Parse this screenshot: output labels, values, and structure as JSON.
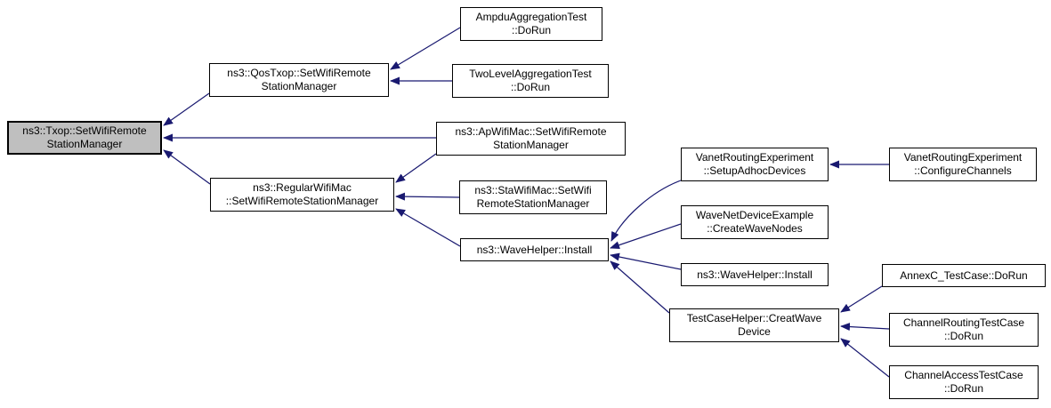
{
  "diagram": {
    "type": "call-graph",
    "highlight_node": "ns3::Txop::SetWifiRemoteStationManager",
    "colors": {
      "edge": "#191970",
      "node_border": "#000000",
      "node_fill": "#ffffff",
      "highlight_fill": "#bfbfbf",
      "background": "#ffffff"
    },
    "nodes": [
      {
        "id": "txop",
        "label": "ns3::Txop::SetWifiRemote\nStationManager",
        "highlighted": true
      },
      {
        "id": "qostxop",
        "label": "ns3::QosTxop::SetWifiRemote\nStationManager"
      },
      {
        "id": "ampdu",
        "label": "AmpduAggregationTest\n::DoRun"
      },
      {
        "id": "twolevel",
        "label": "TwoLevelAggregationTest\n::DoRun"
      },
      {
        "id": "apwifimac",
        "label": "ns3::ApWifiMac::SetWifiRemote\nStationManager"
      },
      {
        "id": "regularwifimac",
        "label": "ns3::RegularWifiMac\n::SetWifiRemoteStationManager"
      },
      {
        "id": "stawifimac",
        "label": "ns3::StaWifiMac::SetWifi\nRemoteStationManager"
      },
      {
        "id": "wavehelper-install",
        "label": "ns3::WaveHelper::Install"
      },
      {
        "id": "vanet-setup",
        "label": "VanetRoutingExperiment\n::SetupAdhocDevices"
      },
      {
        "id": "vanet-configure",
        "label": "VanetRoutingExperiment\n::ConfigureChannels"
      },
      {
        "id": "wavenet-create",
        "label": "WaveNetDeviceExample\n::CreateWaveNodes"
      },
      {
        "id": "wavehelper-install-2",
        "label": "ns3::WaveHelper::Install"
      },
      {
        "id": "testcasehelper",
        "label": "TestCaseHelper::CreatWave\nDevice"
      },
      {
        "id": "annexc",
        "label": "AnnexC_TestCase::DoRun"
      },
      {
        "id": "channelrouting",
        "label": "ChannelRoutingTestCase\n::DoRun"
      },
      {
        "id": "channelaccess",
        "label": "ChannelAccessTestCase\n::DoRun"
      }
    ],
    "edges": [
      {
        "from": "qostxop",
        "to": "txop"
      },
      {
        "from": "apwifimac",
        "to": "txop"
      },
      {
        "from": "regularwifimac",
        "to": "txop"
      },
      {
        "from": "ampdu",
        "to": "qostxop"
      },
      {
        "from": "twolevel",
        "to": "qostxop"
      },
      {
        "from": "apwifimac",
        "to": "regularwifimac"
      },
      {
        "from": "stawifimac",
        "to": "regularwifimac"
      },
      {
        "from": "wavehelper-install",
        "to": "regularwifimac"
      },
      {
        "from": "vanet-setup",
        "to": "wavehelper-install"
      },
      {
        "from": "wavenet-create",
        "to": "wavehelper-install"
      },
      {
        "from": "wavehelper-install-2",
        "to": "wavehelper-install"
      },
      {
        "from": "testcasehelper",
        "to": "wavehelper-install"
      },
      {
        "from": "vanet-configure",
        "to": "vanet-setup"
      },
      {
        "from": "annexc",
        "to": "testcasehelper"
      },
      {
        "from": "channelrouting",
        "to": "testcasehelper"
      },
      {
        "from": "channelaccess",
        "to": "testcasehelper"
      }
    ]
  }
}
